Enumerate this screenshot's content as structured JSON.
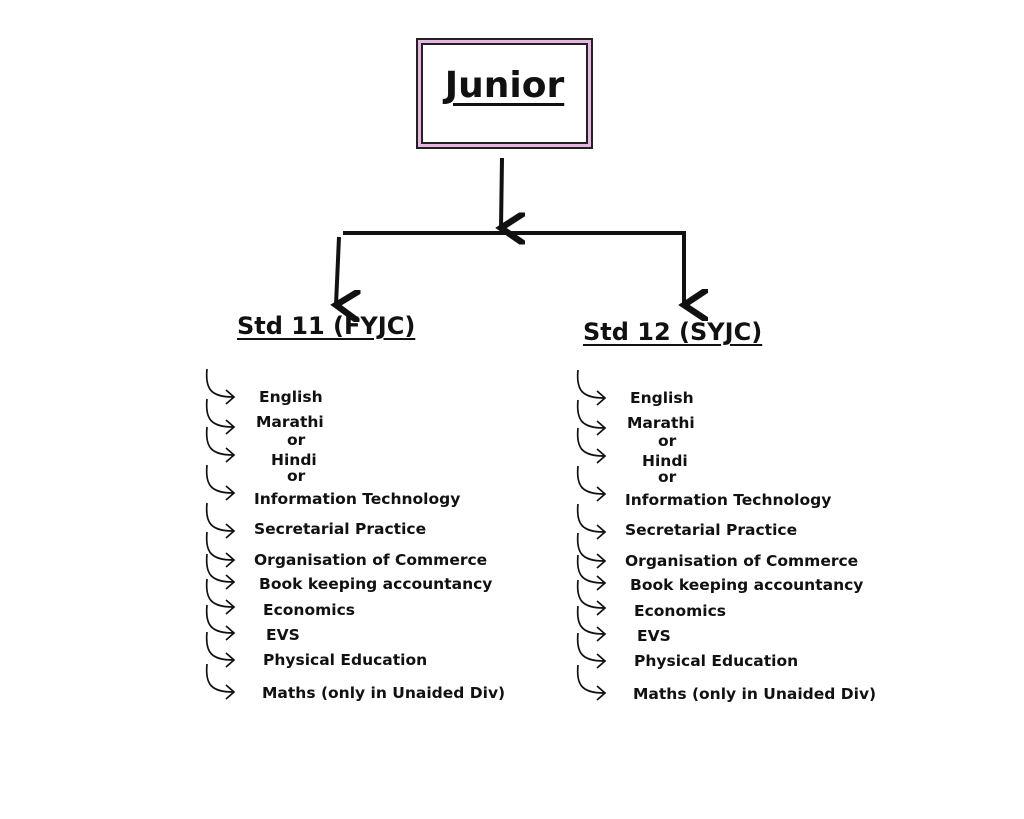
{
  "root": {
    "label": "Junior"
  },
  "columns": [
    {
      "title": "Std 11 (FYJC)",
      "items": [
        "English",
        "Marathi",
        "or",
        "Hindi",
        "or",
        "Information Technology",
        "Secretarial Practice",
        "Organisation of Commerce",
        "Book keeping accountancy",
        "Economics",
        "EVS",
        "Physical Education",
        "Maths (only in Unaided Div)"
      ]
    },
    {
      "title": "Std 12 (SYJC)",
      "items": [
        "English",
        "Marathi",
        "or",
        "Hindi",
        "or",
        "Information Technology",
        "Secretarial Practice",
        "Organisation of Commerce",
        "Book keeping accountancy",
        "Economics",
        "EVS",
        "Physical Education",
        "Maths (only in Unaided Div)"
      ]
    }
  ],
  "colors": {
    "box_border": "#e8b6e3",
    "ink": "#111111"
  }
}
